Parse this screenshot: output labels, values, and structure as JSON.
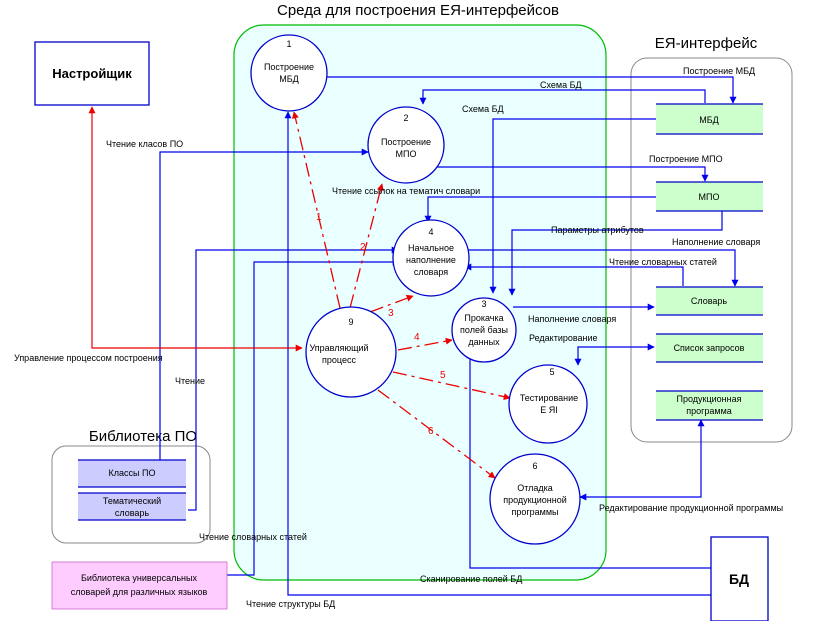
{
  "groups": {
    "env_title": "Среда для построения ЕЯ-интерфейсов",
    "nli_title": "ЕЯ-интерфейс",
    "lib_title": "Библиотека ПО"
  },
  "processes": [
    {
      "num": "1",
      "l1": "Построение",
      "l2": "МБД",
      "l3": ""
    },
    {
      "num": "2",
      "l1": "Построение",
      "l2": "МПО",
      "l3": ""
    },
    {
      "num": "4",
      "l1": "Начальное",
      "l2": "наполнение",
      "l3": "словаря"
    },
    {
      "num": "3",
      "l1": "Прокачка",
      "l2": "полей базы",
      "l3": "данных"
    },
    {
      "num": "9",
      "l1": "Управляющий",
      "l2": "процесс",
      "l3": ""
    },
    {
      "num": "5",
      "l1": "Тестирование",
      "l2": "Е ЯІ",
      "l3": ""
    },
    {
      "num": "6",
      "l1": "Отладка",
      "l2": "продукционной",
      "l3": "программы"
    }
  ],
  "stores": {
    "mbd": "МБД",
    "mpo": "МПО",
    "dict": "Словарь",
    "queries": "Список запросов",
    "prod_1": "Продукционная",
    "prod_2": "программа",
    "classes": "Классы ПО",
    "thematic_1": "Тематический",
    "thematic_2": "словарь"
  },
  "entities": {
    "tuner": "Настройщик",
    "db": "БД",
    "universal_1": "Библиотека универсальных",
    "universal_2": "словарей для различных языков"
  },
  "flows": {
    "build_mbd": "Построение МБД",
    "schema_bd_1": "Схема БД",
    "schema_bd_2": "Схема БД",
    "build_mpo": "Построение МПО",
    "read_classes": "Чтение класов ПО",
    "read_refs": "Чтение ссылок на тематич словари",
    "attr_params": "Параметры атрибутов",
    "fill_dict_1": "Наполнение словаря",
    "read_entries_1": "Чтение словарных статей",
    "fill_dict_2": "Наполнение словаря",
    "editing": "Редактирование",
    "control": "Управление процессом построения",
    "reading": "Чтение",
    "read_entries_2": "Чтение словарных статей",
    "scan_fields": "Сканирование полей БД",
    "read_structure": "Чтение структуры БД",
    "edit_prod": "Редактирование продукционной программы"
  },
  "control_flows": [
    "1",
    "2",
    "3",
    "4",
    "5",
    "6"
  ],
  "colors": {
    "process_stroke": "#0000cc",
    "data_flow": "#0000ee",
    "control_flow": "#ee0000",
    "store_fill": "#ccffcc",
    "lib_store_fill": "#ccccff",
    "universal_fill": "#ffccff",
    "env_fill": "#eaffff",
    "env_stroke": "#00bb00"
  }
}
